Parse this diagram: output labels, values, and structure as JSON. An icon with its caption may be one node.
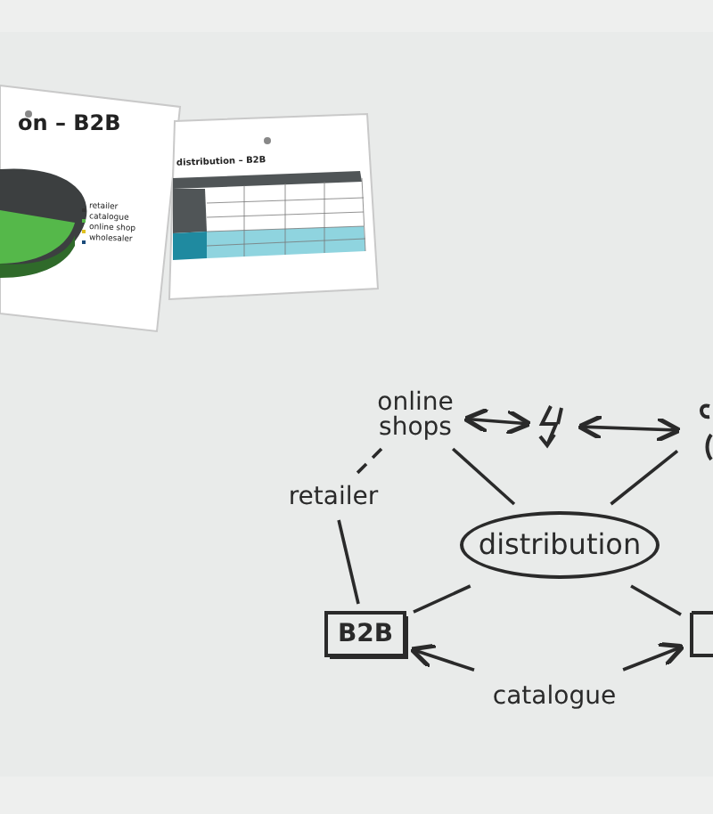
{
  "diagram": {
    "nodes": [
      {
        "text": [
          "online shops"
        ]
      },
      {
        "text": [],
        "shape": "picture"
      },
      {
        "text": [],
        "shape": "picture"
      },
      {
        "text": [
          "retailer"
        ]
      },
      {
        "text": [
          "distribution"
        ]
      },
      {
        "text": [
          "B2B"
        ]
      },
      {
        "text": [],
        "shape": "box"
      },
      {
        "text": [
          "catalogue"
        ]
      }
    ],
    "edges": [
      {
        "from": 0,
        "to": 1,
        "arrow": "both"
      },
      {
        "from": 1,
        "to": 2,
        "arrow": "both"
      },
      {
        "from": 0,
        "to": 3,
        "arrow": "none",
        "style": "dashed"
      },
      {
        "from": 3,
        "to": 5,
        "arrow": "none"
      },
      {
        "from": 0,
        "to": 4,
        "arrow": "none"
      },
      {
        "from": 2,
        "to": 4,
        "arrow": "none"
      },
      {
        "from": 4,
        "to": 5,
        "arrow": "none"
      },
      {
        "from": 4,
        "to": 6,
        "arrow": "none"
      },
      {
        "from": 7,
        "to": 5,
        "arrow": "to"
      },
      {
        "from": 7,
        "to": 6,
        "arrow": "to"
      }
    ],
    "labels": [
      "on – B2B",
      "retailer",
      "catalogue",
      "online shop",
      "wholesaler",
      "distribution – B2B"
    ]
  }
}
